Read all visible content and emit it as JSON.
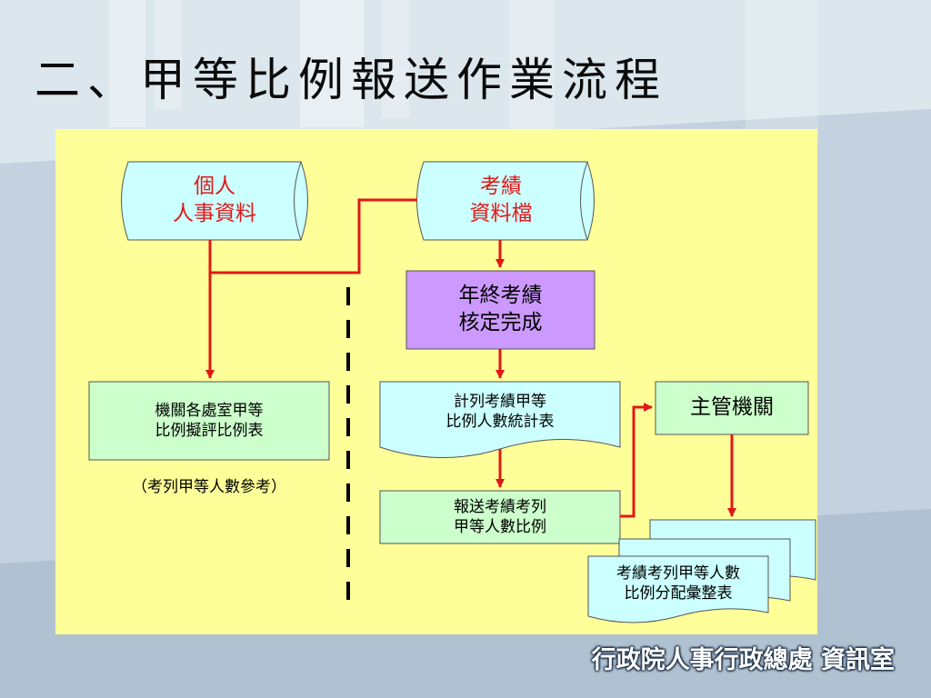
{
  "slide": {
    "title": "二、甲等比例報送作業流程",
    "footer": "行政院人事行政總處 資訊室"
  },
  "diagram": {
    "personal_data": {
      "line1": "個人",
      "line2": "人事資料"
    },
    "appraisal_file": {
      "line1": "考績",
      "line2": "資料檔"
    },
    "year_end_process": {
      "line1": "年終考績",
      "line2": "核定完成"
    },
    "dept_ratio_table": {
      "line1": "機關各處室甲等",
      "line2": "比例擬評比例表"
    },
    "dept_ratio_note": "（考列甲等人數參考）",
    "stats_table": {
      "line1": "計列考績甲等",
      "line2": "比例人數統計表"
    },
    "report_process": {
      "line1": "報送考績考列",
      "line2": "甲等人數比例"
    },
    "supervisor_agency": "主管機關",
    "summary_table": {
      "line1": "考績考列甲等人數",
      "line2": "比例分配彙整表"
    }
  },
  "colors": {
    "panel": "#ffff99",
    "storage_fill": "#ccffff",
    "process_fill": "#cc99ff",
    "document_fill": "#ccffff",
    "box_fill": "#ccffcc",
    "arrow": "#e01818",
    "title_red": "#e01818"
  }
}
